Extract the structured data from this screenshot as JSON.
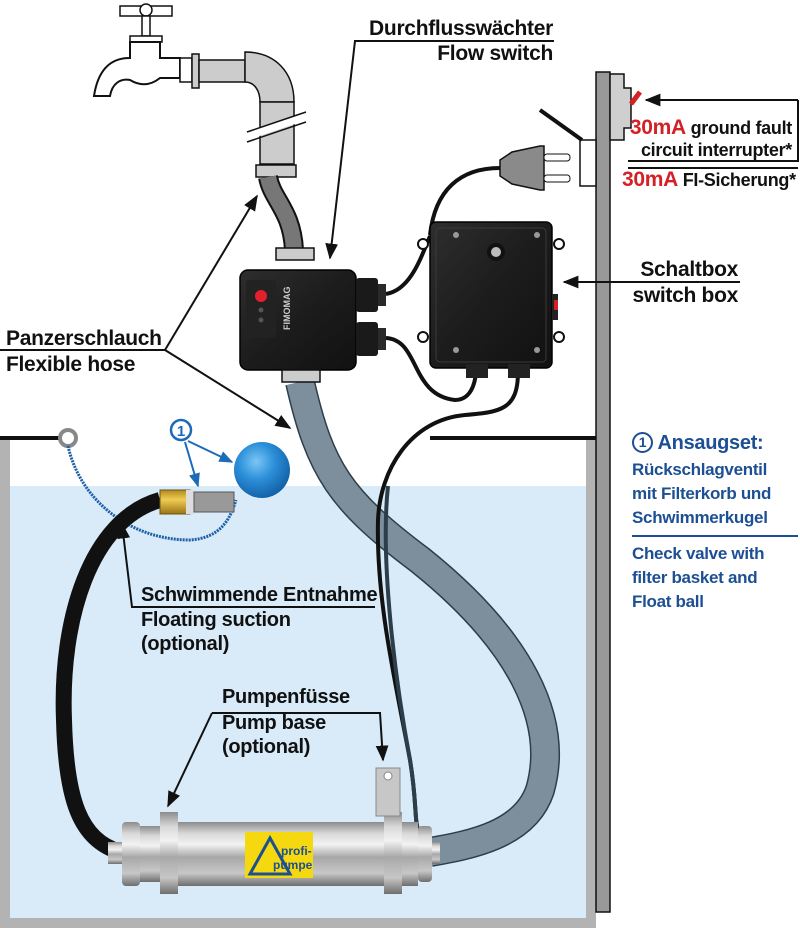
{
  "diagram": {
    "title": "Pump installation diagram",
    "colors": {
      "water": "#d9ebf8",
      "tank_wall": "#b3b3b3",
      "label_text": "#111111",
      "accent_red": "#d42027",
      "accent_blue": "#1c4f93",
      "hose_gray": "#7d8f9c",
      "float_ball": "#2b8fd9",
      "brand_yellow": "#f5d80f"
    },
    "labels": {
      "flow_switch": {
        "de": "Durchflusswächter",
        "en": "Flow switch"
      },
      "fi_switch": {
        "en_value": "30mA",
        "en_text_1": "ground fault",
        "en_text_2": "circuit interrupter*",
        "de_value": "30mA",
        "de_text": "FI-Sicherung*"
      },
      "switch_box": {
        "de": "Schaltbox",
        "en": "switch box"
      },
      "flexible_hose": {
        "de": "Panzerschlauch",
        "en": "Flexible hose"
      },
      "floating_suction": {
        "de": "Schwimmende Entnahme",
        "en": "Floating suction",
        "note": "(optional)"
      },
      "pump_base": {
        "de": "Pumpenfüsse",
        "en": "Pump base",
        "note": "(optional)"
      },
      "suction_set": {
        "marker": "1",
        "title": "Ansaugset:",
        "de_lines": [
          "Rückschlagventil",
          "mit Filterkorb und",
          "Schwimmerkugel"
        ],
        "en_lines": [
          "Check valve with",
          "filter basket and",
          "Float ball"
        ]
      },
      "callout_marker": "1"
    },
    "pump": {
      "brand_line_1": "profi-",
      "brand_line_2": "pumpe"
    },
    "flow_switch_device": {
      "brand": "FIMOMAG"
    },
    "icons": [
      "faucet-icon",
      "pipe-elbow-icon",
      "flow-switch-icon",
      "power-plug-icon",
      "switch-box-icon",
      "fi-breaker-icon",
      "float-ball-icon",
      "filter-basket-icon",
      "check-valve-icon",
      "submersible-pump-icon",
      "arrow-icon"
    ]
  }
}
